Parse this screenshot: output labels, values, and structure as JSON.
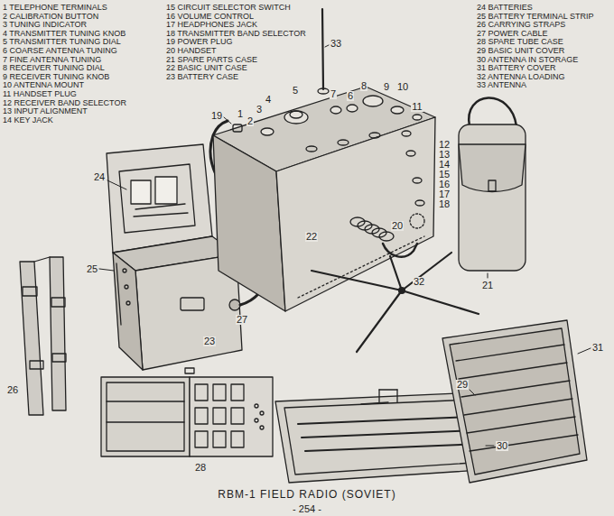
{
  "diagram": {
    "caption": "RBM-1 FIELD RADIO (SOVIET)",
    "labels": [
      "1 TELEPHONE TERMINALS",
      "2 CALIBRATION BUTTON",
      "3 TUNING INDICATOR",
      "4 TRANSMITTER TUNING KNOB",
      "5 TRANSMITTER TUNING DIAL",
      "6 COARSE ANTENNA TUNING",
      "7 FINE ANTENNA TUNING",
      "8 RECEIVER TUNING DIAL",
      "9 RECEIVER TUNING KNOB",
      "10 ANTENNA MOUNT",
      "11 HANDSET PLUG",
      "12 RECEIVER BAND SELECTOR",
      "13 INPUT ALIGNMENT",
      "14 KEY JACK",
      "15 CIRCUIT SELECTOR SWITCH",
      "16 VOLUME CONTROL",
      "17 HEADPHONES JACK",
      "18 TRANSMITTER BAND SELECTOR",
      "19 POWER PLUG",
      "20 HANDSET",
      "21 SPARE PARTS CASE",
      "22 BASIC UNIT CASE",
      "23 BATTERY CASE",
      "24 BATTERIES",
      "25 BATTERY TERMINAL STRIP",
      "26 CARRYING STRAPS",
      "27 POWER CABLE",
      "28 SPARE TUBE CASE",
      "29 BASIC UNIT COVER",
      "30 ANTENNA IN STORAGE",
      "31 BATTERY COVER",
      "32 ANTENNA LOADING",
      "33 ANTENNA",
      "1",
      "2",
      "3",
      "4",
      "5",
      "6",
      "7",
      "8",
      "9",
      "10",
      "11",
      "12",
      "13",
      "14",
      "15",
      "16",
      "17",
      "18",
      "19",
      "20",
      "21",
      "22",
      "23",
      "24",
      "25",
      "26",
      "27",
      "28",
      "29",
      "30",
      "31",
      "32",
      "33",
      "- 254 -"
    ]
  }
}
